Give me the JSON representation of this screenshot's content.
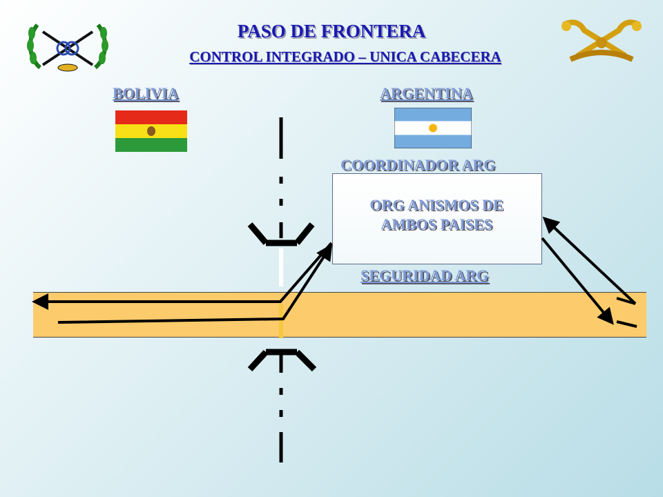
{
  "header": {
    "title": "PASO DE FRONTERA",
    "subtitle": "CONTROL INTEGRADO – UNICA CABECERA"
  },
  "countries": {
    "left": "BOLIVIA",
    "right": "ARGENTINA"
  },
  "labels": {
    "coordinator": "COORDINADOR ARG",
    "agencies_line1": "ORG ANISMOS DE",
    "agencies_line2": "AMBOS PAISES",
    "security": "SEGURIDAD ARG"
  },
  "colors": {
    "title": "#1a1ab0",
    "label": "#7f9bd6",
    "road": "#fccb6b",
    "bolivia_red": "#e52a1a",
    "bolivia_yellow": "#f7e017",
    "bolivia_green": "#2c9a3a",
    "argentina_blue": "#74acdf"
  },
  "icons": {
    "left_emblem": "crossed-sabers-laurel-emblem",
    "right_emblem": "crossed-sabers-gold-emblem"
  }
}
